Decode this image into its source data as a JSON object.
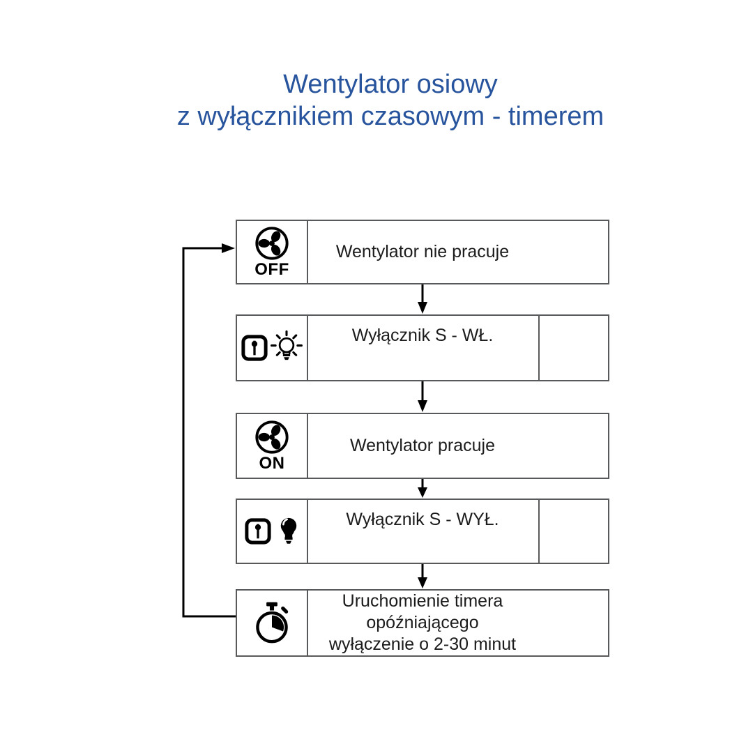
{
  "title": {
    "line1": "Wentylator osiowy",
    "line2": "z wyłącznikiem czasowym - timerem"
  },
  "colors": {
    "accent": "#27549d",
    "ink": "#000000",
    "text": "#1c1c1c",
    "line": "#58595b",
    "bg": "#ffffff"
  },
  "flowchart": {
    "steps": [
      {
        "icon": "fan-icon",
        "badge": "OFF",
        "text": "Wentylator nie pracuje"
      },
      {
        "icon": "rocker-switch-icon, light-bulb-on-icon",
        "text": "Wyłącznik S - WŁ."
      },
      {
        "icon": "fan-icon",
        "badge": "ON",
        "text": "Wentylator pracuje"
      },
      {
        "icon": "rocker-switch-icon, light-bulb-off-icon",
        "text": "Wyłącznik S - WYŁ."
      },
      {
        "icon": "stopwatch-icon",
        "lines": [
          "Uruchomienie timera",
          "opóźniającego",
          "wyłączenie o 2-30 minut"
        ]
      }
    ],
    "loop": "step5-back-to-step1"
  }
}
